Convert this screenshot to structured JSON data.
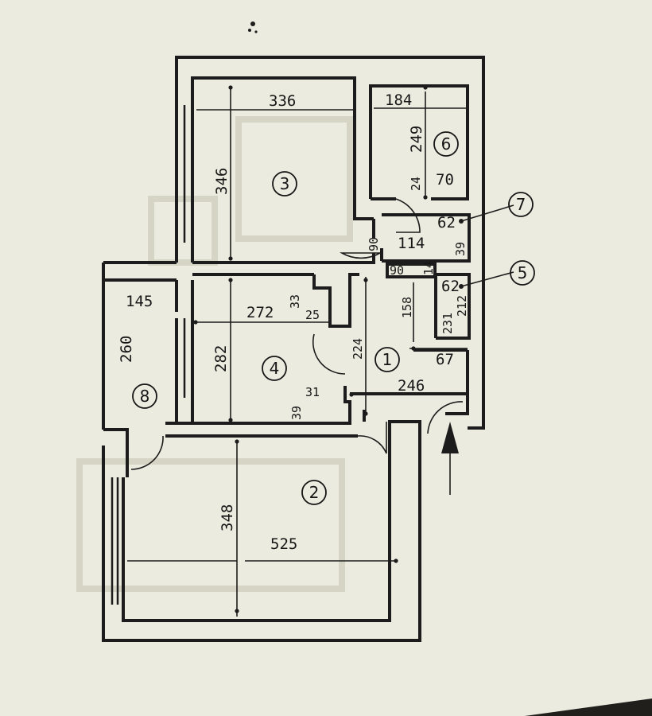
{
  "rooms": [
    {
      "id": "1",
      "label": "1"
    },
    {
      "id": "2",
      "label": "2"
    },
    {
      "id": "3",
      "label": "3"
    },
    {
      "id": "4",
      "label": "4"
    },
    {
      "id": "5",
      "label": "5"
    },
    {
      "id": "6",
      "label": "6"
    },
    {
      "id": "7",
      "label": "7"
    },
    {
      "id": "8",
      "label": "8"
    }
  ],
  "dimensions": {
    "room3_width": "336",
    "room3_height": "346",
    "room6_width": "184",
    "room6_height": "249",
    "room6_door": "24",
    "room6_area": "70",
    "room7_area": "62",
    "room7_door": "90",
    "corridor_114": "114",
    "wall_39": "39",
    "wall_90": "90",
    "wall_14": "14",
    "room5_area": "62",
    "room5_158": "158",
    "room5_212": "212",
    "room5_231": "231",
    "room8_width": "145",
    "room8_height": "260",
    "room4_width": "272",
    "room4_33": "33",
    "room4_25": "25",
    "room4_height": "282",
    "room4_31": "31",
    "room4_39": "39",
    "room1_224": "224",
    "room1_67": "67",
    "room1_246": "246",
    "room2_height": "348",
    "room2_width": "525"
  },
  "colors": {
    "paper": "#ecebdf",
    "ink": "#1c1c1c"
  },
  "icons": {
    "entrance": "arrow-up-icon"
  }
}
